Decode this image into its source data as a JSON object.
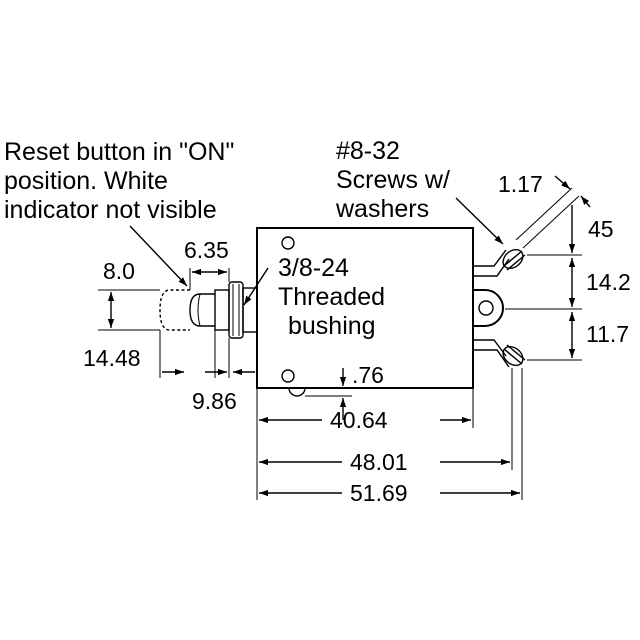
{
  "labels": {
    "reset_line1": "Reset button in \"ON\"",
    "reset_line2": "position. White",
    "reset_line3": "indicator not visible",
    "screws_line1": "#8-32",
    "screws_line2": "Screws w/",
    "screws_line3": "washers",
    "bushing_line1": "3/8-24",
    "bushing_line2": "Threaded",
    "bushing_line3": "bushing"
  },
  "dimensions": {
    "d_1_17": "1.17",
    "d_45": "45",
    "d_14_2": "14.2",
    "d_11_7": "11.7",
    "d_6_35": "6.35",
    "d_8_0": "8.0",
    "d_14_48": "14.48",
    "d_9_86": "9.86",
    "d_0_76": ".76",
    "d_40_64": "40.64",
    "d_48_01": "48.01",
    "d_51_69": "51.69"
  }
}
